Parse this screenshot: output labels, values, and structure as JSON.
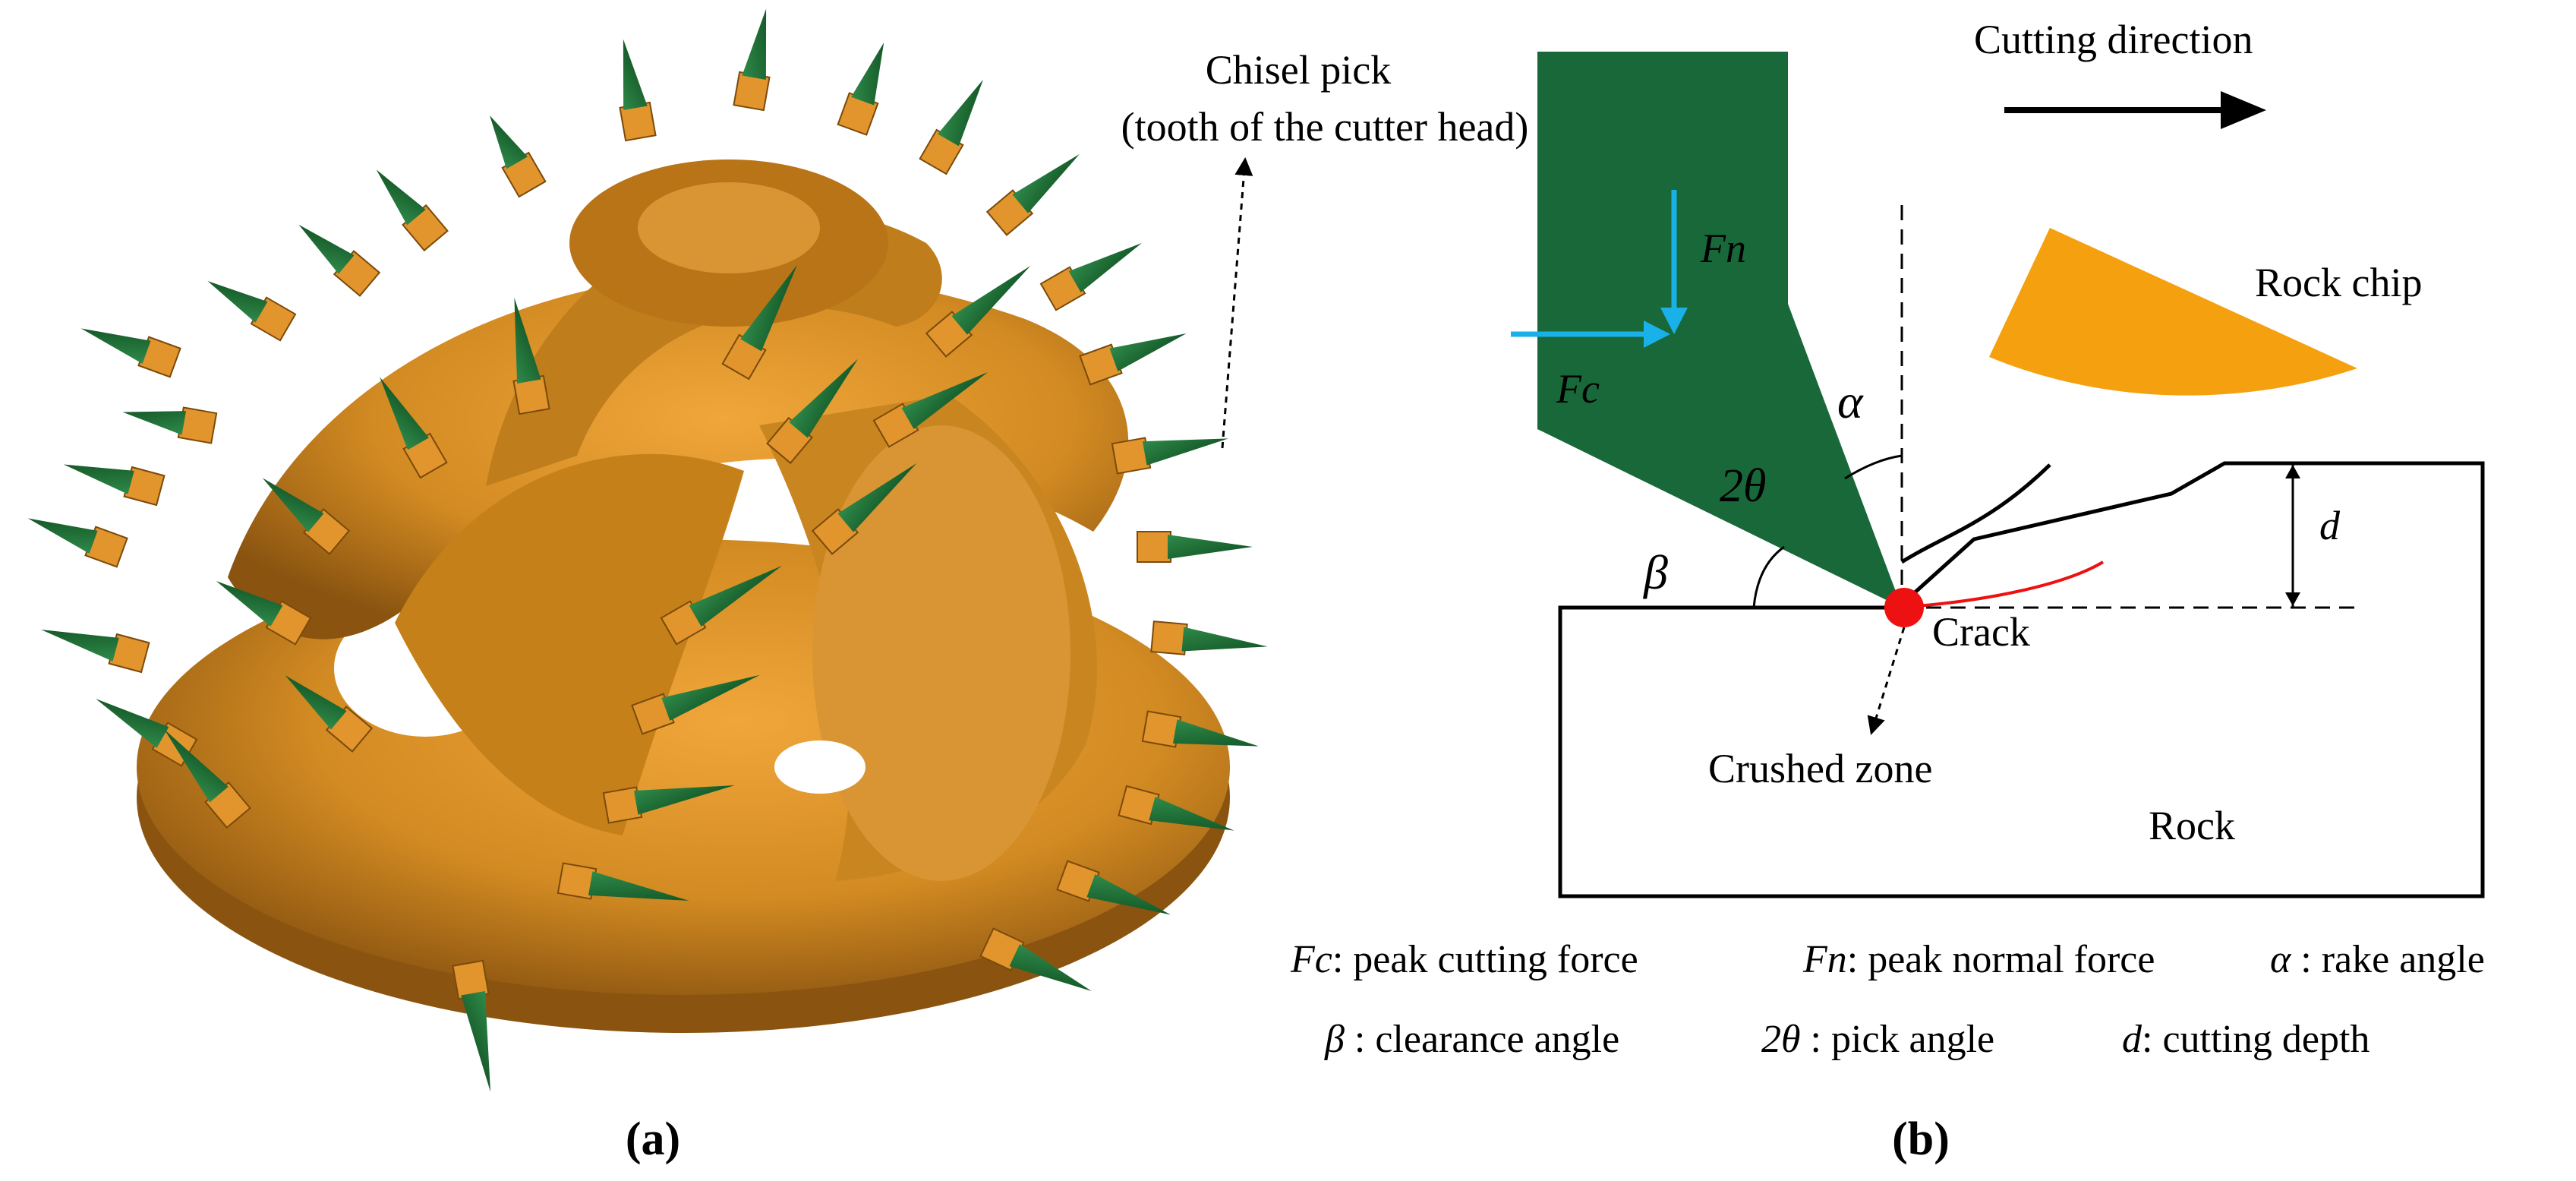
{
  "colors": {
    "pick_green": "#19683a",
    "dark_green": "#0d4a1e",
    "cutter_orange": "#d28a22",
    "cutter_shadow": "#8a5410",
    "rock_chip_orange": "#f5a00f",
    "force_arrow_blue": "#1ab0e8",
    "crack_red": "#ee1111",
    "crushed_zone_red": "#ee1111",
    "line_black": "#000000"
  },
  "panel_a": {
    "label": "(a)",
    "annotation_line1": "Chisel pick",
    "annotation_line2": "(tooth of the cutter head)"
  },
  "panel_b": {
    "label": "(b)",
    "cutting_direction": "Cutting direction",
    "rock_chip": "Rock chip",
    "crack": "Crack",
    "crushed_zone": "Crushed zone",
    "rock": "Rock",
    "symbols": {
      "Fn": "Fn",
      "Fc": "Fc",
      "alpha": "α",
      "two_theta": "2θ",
      "beta": "β",
      "d": "d"
    },
    "legend": [
      {
        "symbol": "Fc",
        "text": ": peak cutting force"
      },
      {
        "symbol": "Fn",
        "text": ": peak normal force"
      },
      {
        "symbol": "α",
        "text": " : rake angle"
      },
      {
        "symbol": "β",
        "text": " : clearance angle"
      },
      {
        "symbol": "2θ",
        "text": " : pick angle"
      },
      {
        "symbol": "d",
        "text": ": cutting depth"
      }
    ]
  }
}
